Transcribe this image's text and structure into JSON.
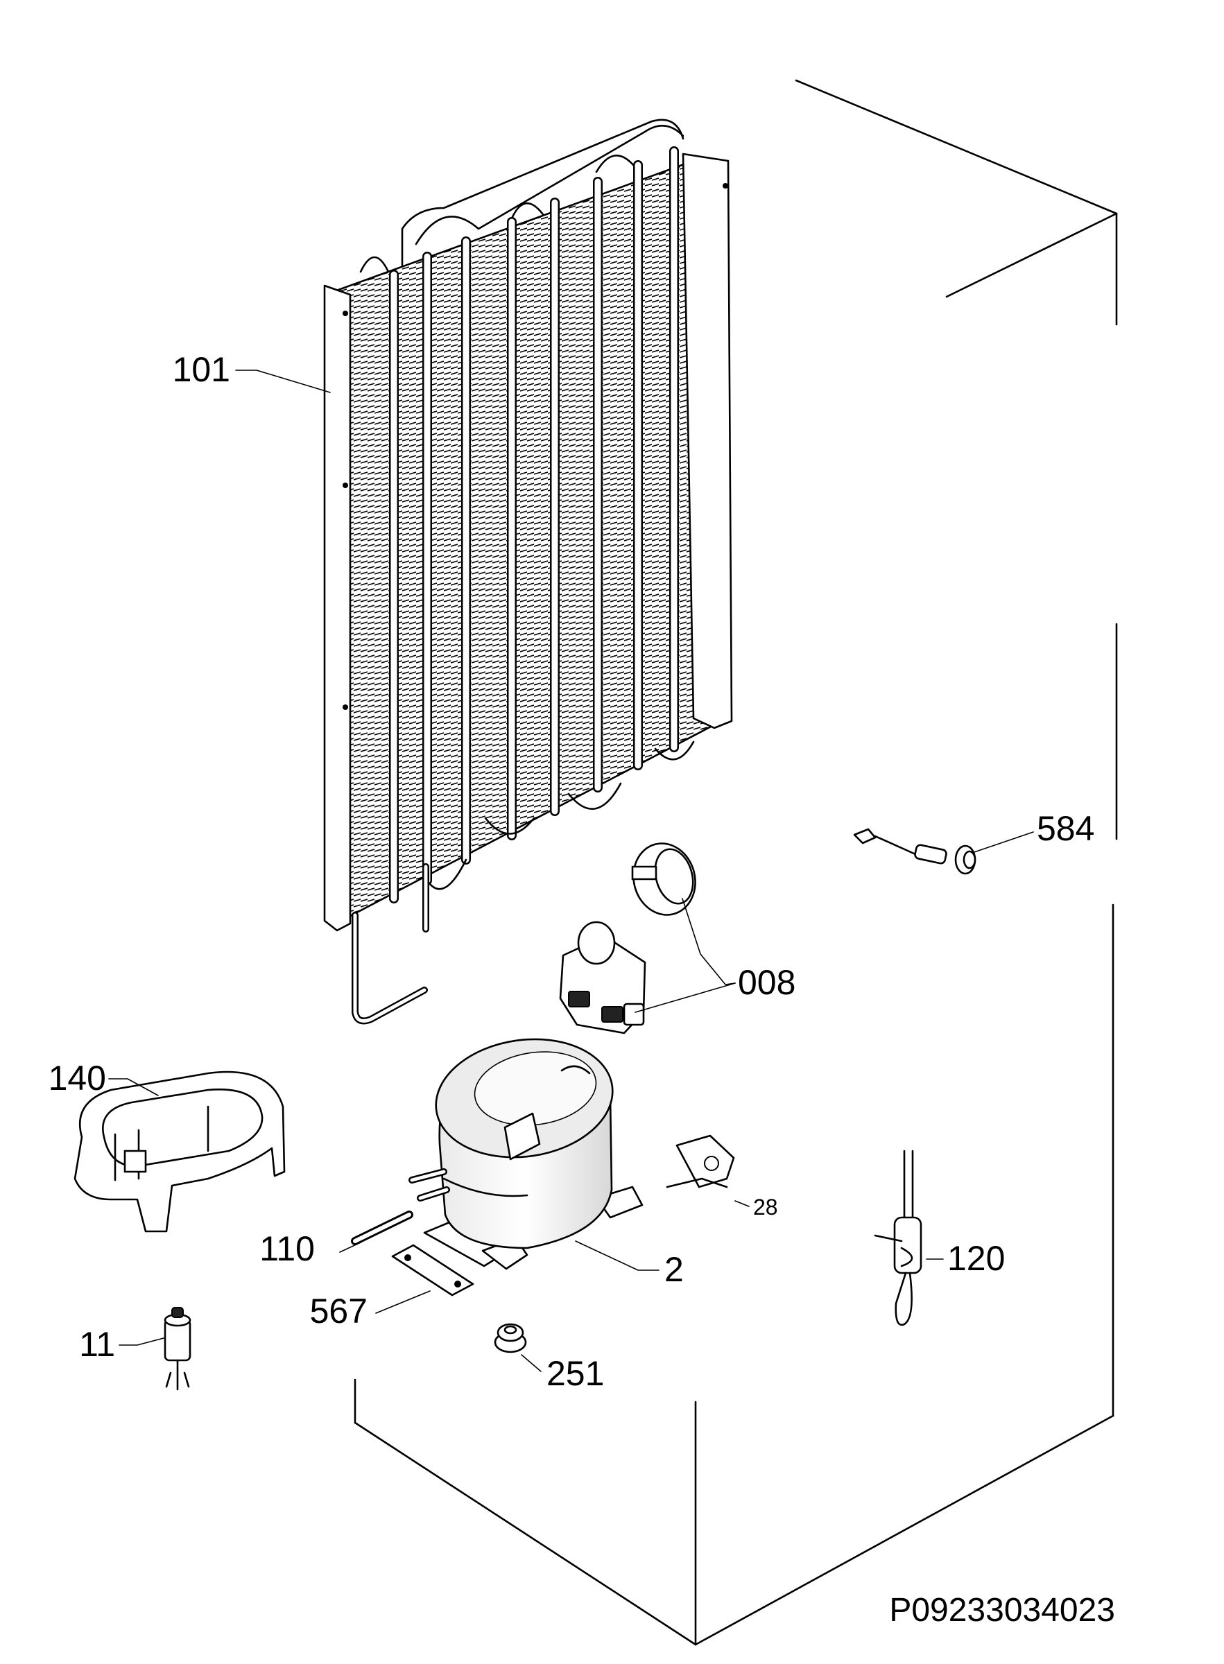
{
  "diagram": {
    "drawing_code": "P09233034023",
    "parts": [
      {
        "id": "101"
      },
      {
        "id": "584"
      },
      {
        "id": "008"
      },
      {
        "id": "140"
      },
      {
        "id": "28"
      },
      {
        "id": "110"
      },
      {
        "id": "2"
      },
      {
        "id": "120"
      },
      {
        "id": "567"
      },
      {
        "id": "11"
      },
      {
        "id": "251"
      }
    ]
  }
}
